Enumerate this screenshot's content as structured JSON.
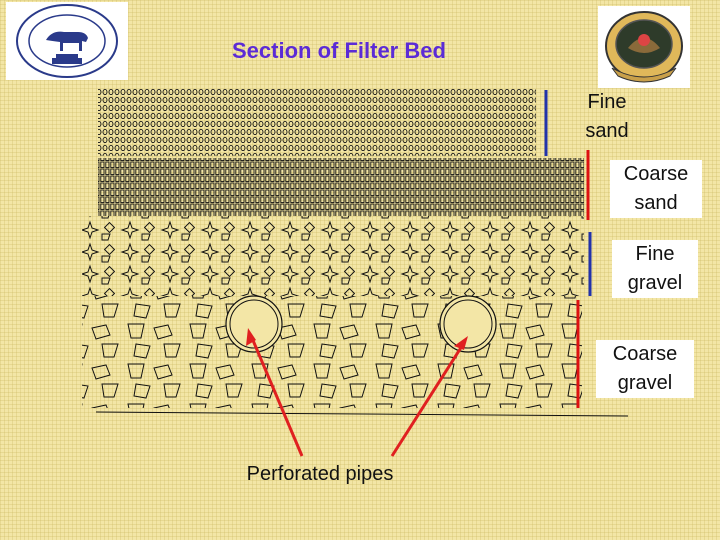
{
  "title": "Section of Filter Bed",
  "layers": {
    "fine_sand": "Fine sand",
    "coarse_sand": "Coarse sand",
    "fine_gravel": "Fine gravel",
    "coarse_gravel": "Coarse gravel"
  },
  "pipes_label": "Perforated pipes",
  "colors": {
    "title": "#5b2bd6",
    "blue_bracket": "#2233aa",
    "red_bracket": "#dd1111",
    "arrow": "#e02020",
    "ink": "#111111"
  },
  "icons": {
    "left_logo": "cow-emblem-icon",
    "right_logo": "college-seal-icon"
  }
}
